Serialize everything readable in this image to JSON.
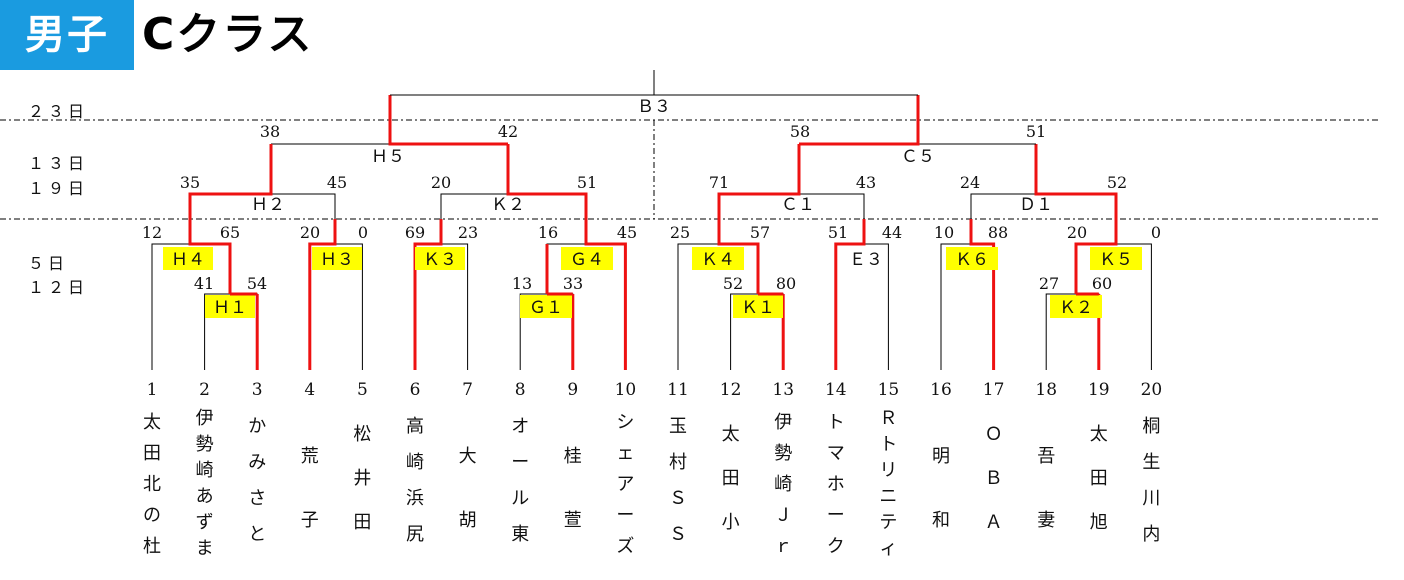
{
  "header": {
    "gender": "男子",
    "class": "Cクラス"
  },
  "days": [
    "２３日",
    "１３日",
    "１９日",
    "５日",
    "１２日"
  ],
  "colors": {
    "badge": "#1a9be0",
    "winner_line": "#ee1111",
    "match_highlight": "#ffff00",
    "line": "#000000"
  },
  "teams": [
    {
      "no": "1",
      "name": "太田北の杜"
    },
    {
      "no": "2",
      "name": "伊勢崎あずま"
    },
    {
      "no": "3",
      "name": "かみさと"
    },
    {
      "no": "4",
      "name": "荒子"
    },
    {
      "no": "5",
      "name": "松井田"
    },
    {
      "no": "6",
      "name": "高崎浜尻"
    },
    {
      "no": "7",
      "name": "大胡"
    },
    {
      "no": "8",
      "name": "オール東"
    },
    {
      "no": "9",
      "name": "桂萱"
    },
    {
      "no": "10",
      "name": "シェアーズ"
    },
    {
      "no": "11",
      "name": "玉村ＳＳ"
    },
    {
      "no": "12",
      "name": "太田小"
    },
    {
      "no": "13",
      "name": "伊勢崎Ｊｒ"
    },
    {
      "no": "14",
      "name": "トマホーク"
    },
    {
      "no": "15",
      "name": "Ｒトリニティ"
    },
    {
      "no": "16",
      "name": "明和"
    },
    {
      "no": "17",
      "name": "ＯＢＡ"
    },
    {
      "no": "18",
      "name": "吾妻"
    },
    {
      "no": "19",
      "name": "太田旭"
    },
    {
      "no": "20",
      "name": "桐生川内"
    }
  ],
  "matches": [
    {
      "code": "Ｈ４",
      "left_score": "12",
      "right_score": "65",
      "highlight": true
    },
    {
      "code": "Ｈ１",
      "left_score": "41",
      "right_score": "54",
      "highlight": true
    },
    {
      "code": "Ｈ３",
      "left_score": "20",
      "right_score": "0",
      "highlight": true
    },
    {
      "code": "Ｋ３",
      "left_score": "69",
      "right_score": "23",
      "highlight": true
    },
    {
      "code": "Ｇ４",
      "left_score": "16",
      "right_score": "45",
      "highlight": true
    },
    {
      "code": "Ｇ１",
      "left_score": "13",
      "right_score": "33",
      "highlight": true
    },
    {
      "code": "Ｋ４",
      "left_score": "25",
      "right_score": "57",
      "highlight": true
    },
    {
      "code": "Ｋ１",
      "left_score": "52",
      "right_score": "80",
      "highlight": true
    },
    {
      "code": "Ｅ３",
      "left_score": "51",
      "right_score": "44",
      "highlight": false
    },
    {
      "code": "Ｋ６",
      "left_score": "10",
      "right_score": "88",
      "highlight": true
    },
    {
      "code": "Ｋ５",
      "left_score": "20",
      "right_score": "0",
      "highlight": true
    },
    {
      "code": "Ｋ２",
      "left_score": "27",
      "right_score": "60",
      "highlight": true
    },
    {
      "code": "Ｈ２",
      "left_score": "35",
      "right_score": "45",
      "highlight": false
    },
    {
      "code": "Ｋ２",
      "left_score": "20",
      "right_score": "51",
      "highlight": false
    },
    {
      "code": "Ｃ１",
      "left_score": "71",
      "right_score": "43",
      "highlight": false
    },
    {
      "code": "Ｄ１",
      "left_score": "24",
      "right_score": "52",
      "highlight": false
    },
    {
      "code": "Ｈ５",
      "left_score": "38",
      "right_score": "42",
      "highlight": false
    },
    {
      "code": "Ｃ５",
      "left_score": "58",
      "right_score": "51",
      "highlight": false
    },
    {
      "code": "Ｂ３",
      "left_score": "",
      "right_score": "",
      "highlight": false
    }
  ]
}
